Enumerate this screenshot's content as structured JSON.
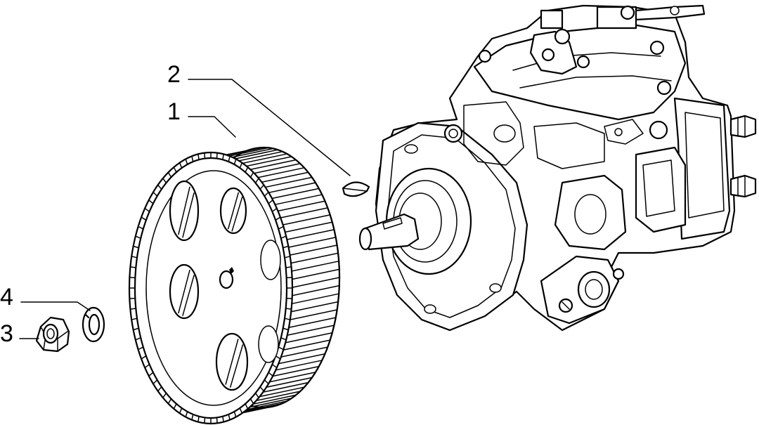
{
  "diagram": {
    "callouts": [
      {
        "id": "1",
        "label": "1"
      },
      {
        "id": "2",
        "label": "2"
      },
      {
        "id": "3",
        "label": "3"
      },
      {
        "id": "4",
        "label": "4"
      }
    ],
    "parts": [
      {
        "callout": "1",
        "icon": "toothed-timing-pulley-icon"
      },
      {
        "callout": "2",
        "icon": "woodruff-key-icon"
      },
      {
        "callout": "3",
        "icon": "hex-nut-icon"
      },
      {
        "callout": "4",
        "icon": "spring-washer-icon"
      }
    ],
    "assembly_icon": "injection-pump-icon",
    "line_color": "#000000",
    "background_color": "#ffffff"
  }
}
